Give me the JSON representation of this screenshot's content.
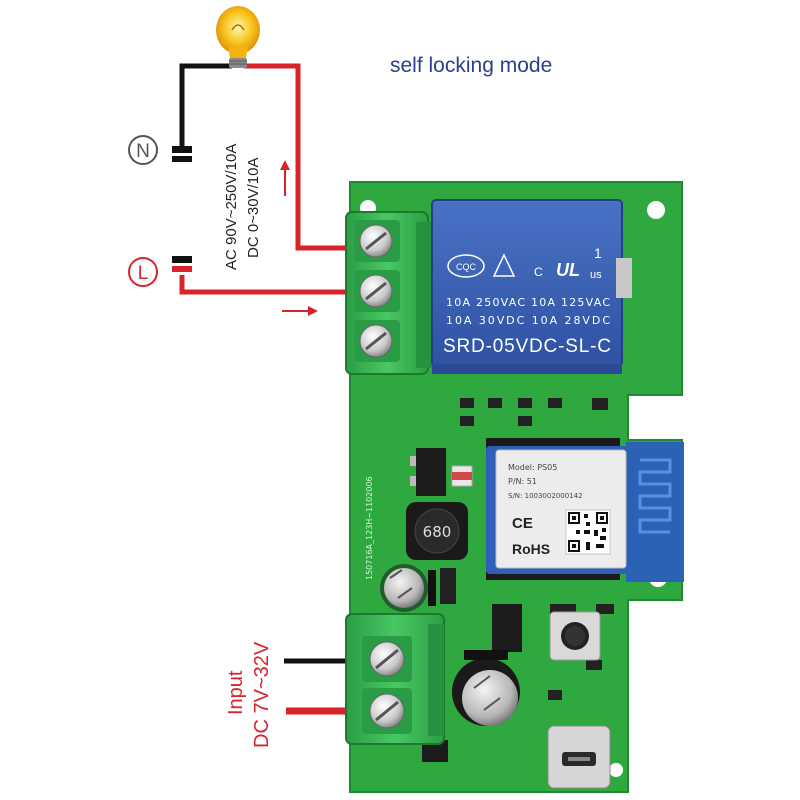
{
  "title": "self locking mode",
  "load": {
    "neutral_symbol": "N",
    "live_symbol": "L",
    "rating_ac": "AC 90V~250V/10A",
    "rating_dc": "DC 0~30V/10A"
  },
  "relay": {
    "brand": "CQC",
    "pin_number": "1",
    "ul_mark": "us",
    "rating_line1": "10A 250VAC  10A 125VAC",
    "rating_line2": "10A  30VDC  10A  28VDC",
    "model": "SRD-05VDC-SL-C"
  },
  "inductor": {
    "value": "680"
  },
  "module": {
    "line1": "Model: PS05",
    "line2": "P/N: 51",
    "line3": "S/N: 1003002000142",
    "ce_mark": "CE",
    "rohs_mark": "RoHS"
  },
  "input": {
    "label": "Input",
    "voltage": "DC 7V~32V"
  },
  "colors": {
    "pcb_green": "#2fa83f",
    "relay_blue": "#3d64b8",
    "terminal_green": "#3fc15a",
    "wire_red": "#d8232a",
    "wire_black": "#111111",
    "title_blue": "#2a3f8f"
  },
  "icons": {
    "bulb": "light-bulb-icon",
    "neutral": "neutral-terminal-icon",
    "live": "live-terminal-icon",
    "arrow_up": "current-arrow-up-icon",
    "arrow_right": "current-arrow-right-icon"
  }
}
